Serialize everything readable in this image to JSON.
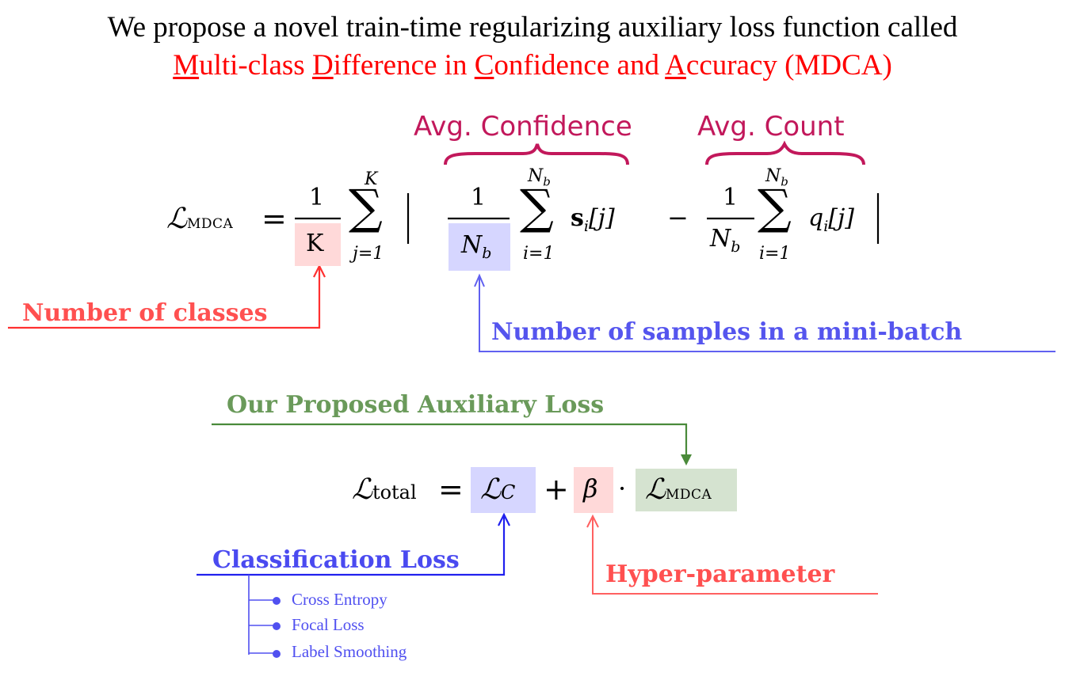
{
  "title": {
    "line1": "We propose a novel train-time regularizing auxiliary loss function called",
    "line2_parts": [
      {
        "u": "M",
        "rest": "ulti-class "
      },
      {
        "u": "D",
        "rest": "ifference in "
      },
      {
        "u": "C",
        "rest": "onfidence and "
      },
      {
        "u": "A",
        "rest": "ccuracy (MDCA)"
      }
    ]
  },
  "equation_mdca": {
    "lhs_symbol": "ℒ",
    "lhs_subscript": "MDCA",
    "equals": "=",
    "frac1_num": "1",
    "frac1_den": "K",
    "sum1_upper": "K",
    "sum1_lower": "j=1",
    "frac2_num": "1",
    "frac2_den": "N",
    "frac2_den_sub": "b",
    "sum2_upper": "N",
    "sum2_upper_sub": "b",
    "sum2_lower": "i=1",
    "term1": "s",
    "term1_sub": "i",
    "term1_index": "[j]",
    "minus": "−",
    "frac3_num": "1",
    "frac3_den": "N",
    "frac3_den_sub": "b",
    "sum3_upper": "N",
    "sum3_upper_sub": "b",
    "sum3_lower": "i=1",
    "term2": "q",
    "term2_sub": "i",
    "term2_index": "[j]",
    "sigma": "∑",
    "brace_confidence_label": "Avg.  Confidence",
    "brace_count_label": "Avg.  Count"
  },
  "annotations": {
    "num_classes": "Number of classes",
    "num_samples": "Number of samples in a mini-batch",
    "proposed_loss": "Our Proposed Auxiliary Loss",
    "classification_loss": "Classification Loss",
    "hyper_parameter": "Hyper-parameter"
  },
  "equation_total": {
    "lhs_symbol": "ℒ",
    "lhs_subscript": "total",
    "equals": "=",
    "lc_symbol": "ℒ",
    "lc_subscript": "C",
    "plus": "+",
    "beta": "β",
    "dot": "·",
    "mdca_symbol": "ℒ",
    "mdca_subscript": "MDCA"
  },
  "classification_losses": [
    "Cross Entropy",
    "Focal Loss",
    "Label Smoothing"
  ],
  "colors": {
    "title_red": "#ff0000",
    "brace": "#c2185b",
    "red_annotation": "#ff5050",
    "blue_annotation": "#5555ee",
    "green_annotation": "#6a9a5a",
    "box_red": "#ffd9d9",
    "box_blue": "#d6d6ff",
    "box_green": "#d5e3d0"
  }
}
